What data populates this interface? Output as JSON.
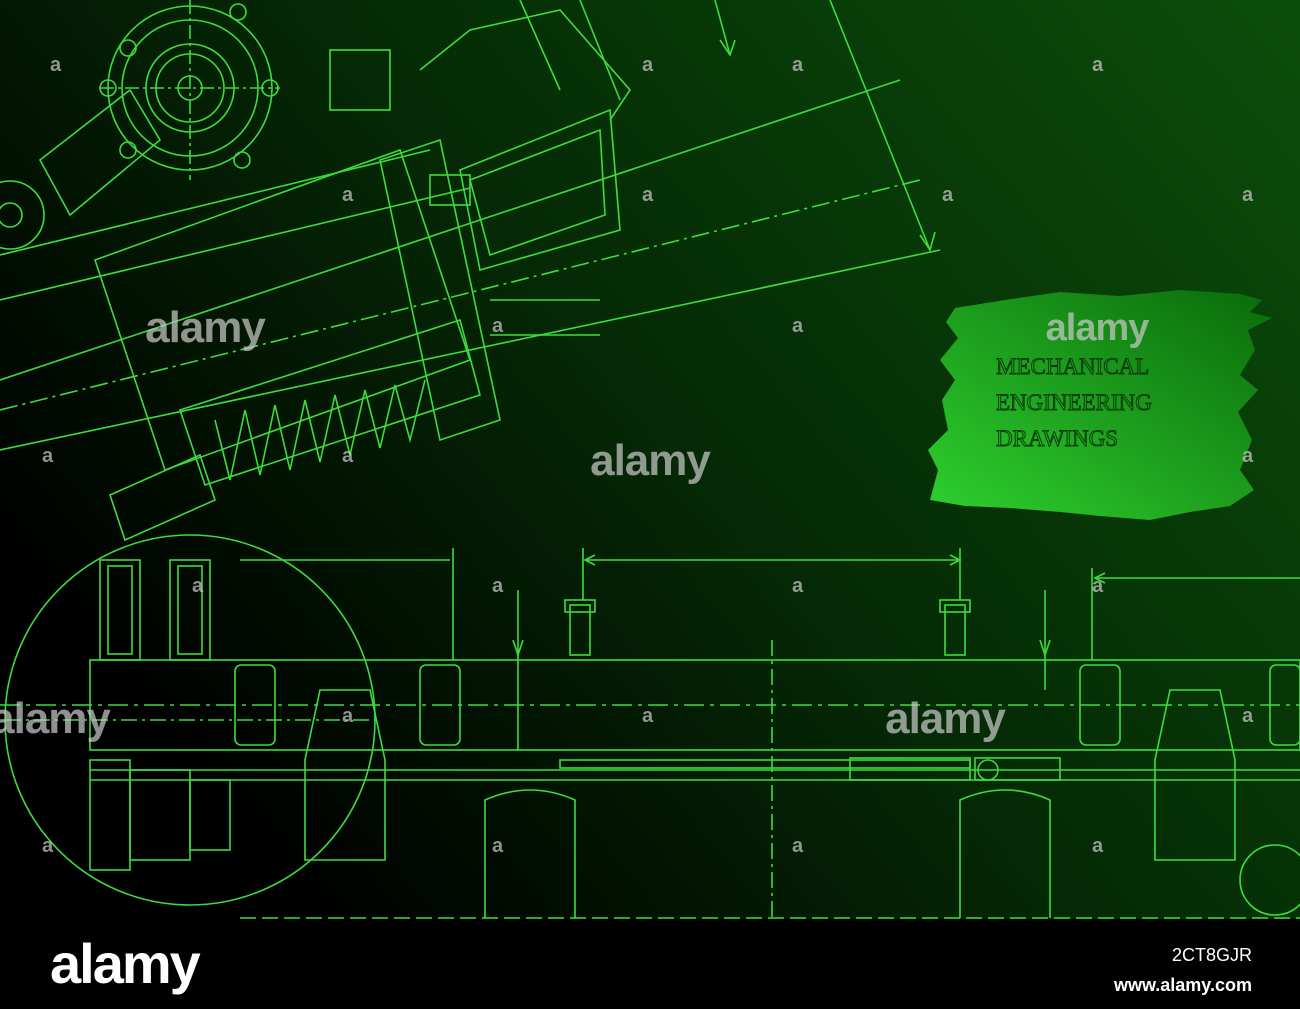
{
  "banner": {
    "lines": [
      "MECHANICAL",
      "ENGINEERING",
      "DRAWINGS"
    ],
    "logo": "alamy"
  },
  "watermark": {
    "text": "alamy",
    "small_mark": "a"
  },
  "footer": {
    "logo": "alamy",
    "image_id": "2CT8GJR",
    "url": "www.alamy.com"
  },
  "colors": {
    "background_bright": "#0a4a0a",
    "background_dark": "#000000",
    "line": "#3ddc3d",
    "banner": "#22bb22"
  }
}
